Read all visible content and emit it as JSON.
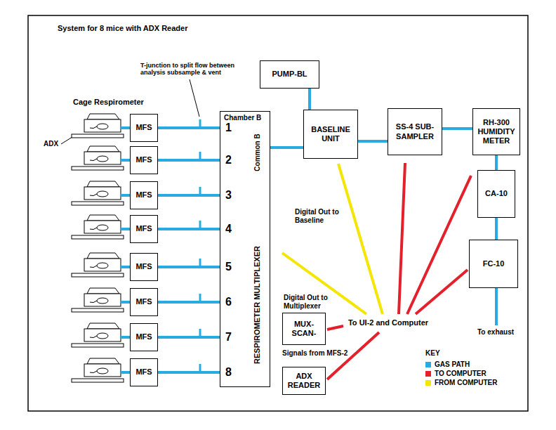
{
  "diagram": {
    "title": "System for 8 mice with ADX Reader",
    "nodes": [
      {
        "text": [
          "PUMP-BL"
        ]
      },
      {
        "text": [
          "BASELINE UNIT"
        ]
      },
      {
        "text": [
          "SS-4 SUB-SAMPLER"
        ]
      },
      {
        "text": [
          "RH-300 HUMIDITY METER"
        ]
      },
      {
        "text": [
          "MFS"
        ]
      },
      {
        "text": [
          "MFS"
        ]
      },
      {
        "text": [
          "MFS"
        ]
      },
      {
        "text": [
          "MFS"
        ]
      },
      {
        "text": [
          "MFS"
        ]
      },
      {
        "text": [
          "MFS"
        ]
      },
      {
        "text": [
          "MFS"
        ]
      },
      {
        "text": [
          "MFS"
        ]
      },
      {
        "text": [
          "Chamber B",
          "1",
          "2",
          "3",
          "4",
          "5",
          "6",
          "7",
          "8",
          "Common B",
          "RESPIROMETER MULTIPLEXER"
        ]
      },
      {
        "text": [
          "CA-10"
        ]
      },
      {
        "text": [
          "FC-10"
        ]
      },
      {
        "text": [
          "MUX-SCAN-"
        ]
      },
      {
        "text": [
          "ADX READER"
        ]
      }
    ],
    "edges": [
      {
        "from": 0,
        "to": 1,
        "arrow": "none"
      },
      {
        "from": 4,
        "to": 12,
        "arrow": "none"
      },
      {
        "from": 5,
        "to": 12,
        "arrow": "none"
      },
      {
        "from": 6,
        "to": 12,
        "arrow": "none"
      },
      {
        "from": 7,
        "to": 12,
        "arrow": "none"
      },
      {
        "from": 8,
        "to": 12,
        "arrow": "none"
      },
      {
        "from": 9,
        "to": 12,
        "arrow": "none"
      },
      {
        "from": 10,
        "to": 12,
        "arrow": "none"
      },
      {
        "from": 11,
        "to": 12,
        "arrow": "none"
      },
      {
        "from": 12,
        "to": 1,
        "arrow": "none"
      },
      {
        "from": 1,
        "to": 2,
        "arrow": "none"
      },
      {
        "from": 2,
        "to": 3,
        "arrow": "none"
      },
      {
        "from": 3,
        "to": 13,
        "arrow": "none"
      },
      {
        "from": 13,
        "to": 14,
        "arrow": "none"
      }
    ],
    "labels": [
      "Cage Respirometer",
      "ADX",
      "T-junction to split flow between analysis subsample & vent",
      "Digital Out to Baseline",
      "Digital Out to Multiplexer",
      "To UI-2 and Computer",
      "Signals from MFS-2",
      "To exhaust",
      "KEY"
    ],
    "legend": [
      {
        "text": "GAS PATH",
        "color": "#29abe2"
      },
      {
        "text": "TO COMPUTER",
        "color": "#e3202b"
      },
      {
        "text": "FROM COMPUTER",
        "color": "#f4e600"
      }
    ]
  }
}
